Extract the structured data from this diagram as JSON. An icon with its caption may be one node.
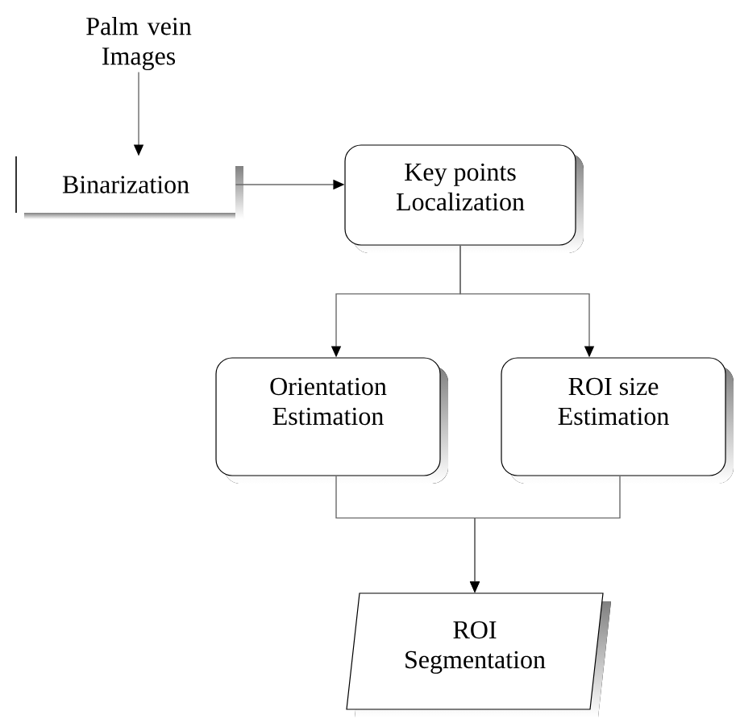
{
  "diagram": {
    "nodes": [
      {
        "text": [
          "Palm vein Images"
        ]
      },
      {
        "text": [
          "Binarization"
        ]
      },
      {
        "text": [
          "Key points Localization"
        ]
      },
      {
        "text": [
          "Orientation Estimation"
        ]
      },
      {
        "text": [
          "ROI size Estimation"
        ]
      },
      {
        "text": [
          "ROI Segmentation"
        ]
      }
    ],
    "edges": [
      {
        "from": 0,
        "to": 1,
        "arrow": "to"
      },
      {
        "from": 1,
        "to": 2,
        "arrow": "to"
      },
      {
        "from": 2,
        "to": 3,
        "arrow": "to"
      },
      {
        "from": 2,
        "to": 4,
        "arrow": "to"
      },
      {
        "from": 3,
        "to": 5,
        "arrow": "to"
      },
      {
        "from": 4,
        "to": 5,
        "arrow": "to"
      }
    ]
  }
}
